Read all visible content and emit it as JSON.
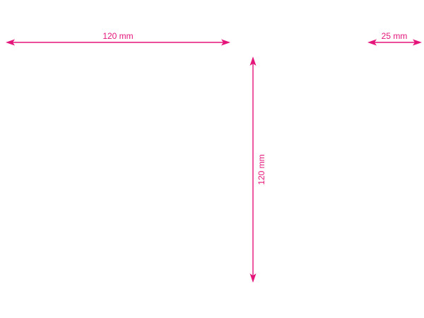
{
  "accent_color": "#e5147a",
  "dimensions": {
    "top_width": {
      "label": "120 mm"
    },
    "height": {
      "label": "120 mm"
    },
    "small_width": {
      "label": "25 mm"
    }
  }
}
